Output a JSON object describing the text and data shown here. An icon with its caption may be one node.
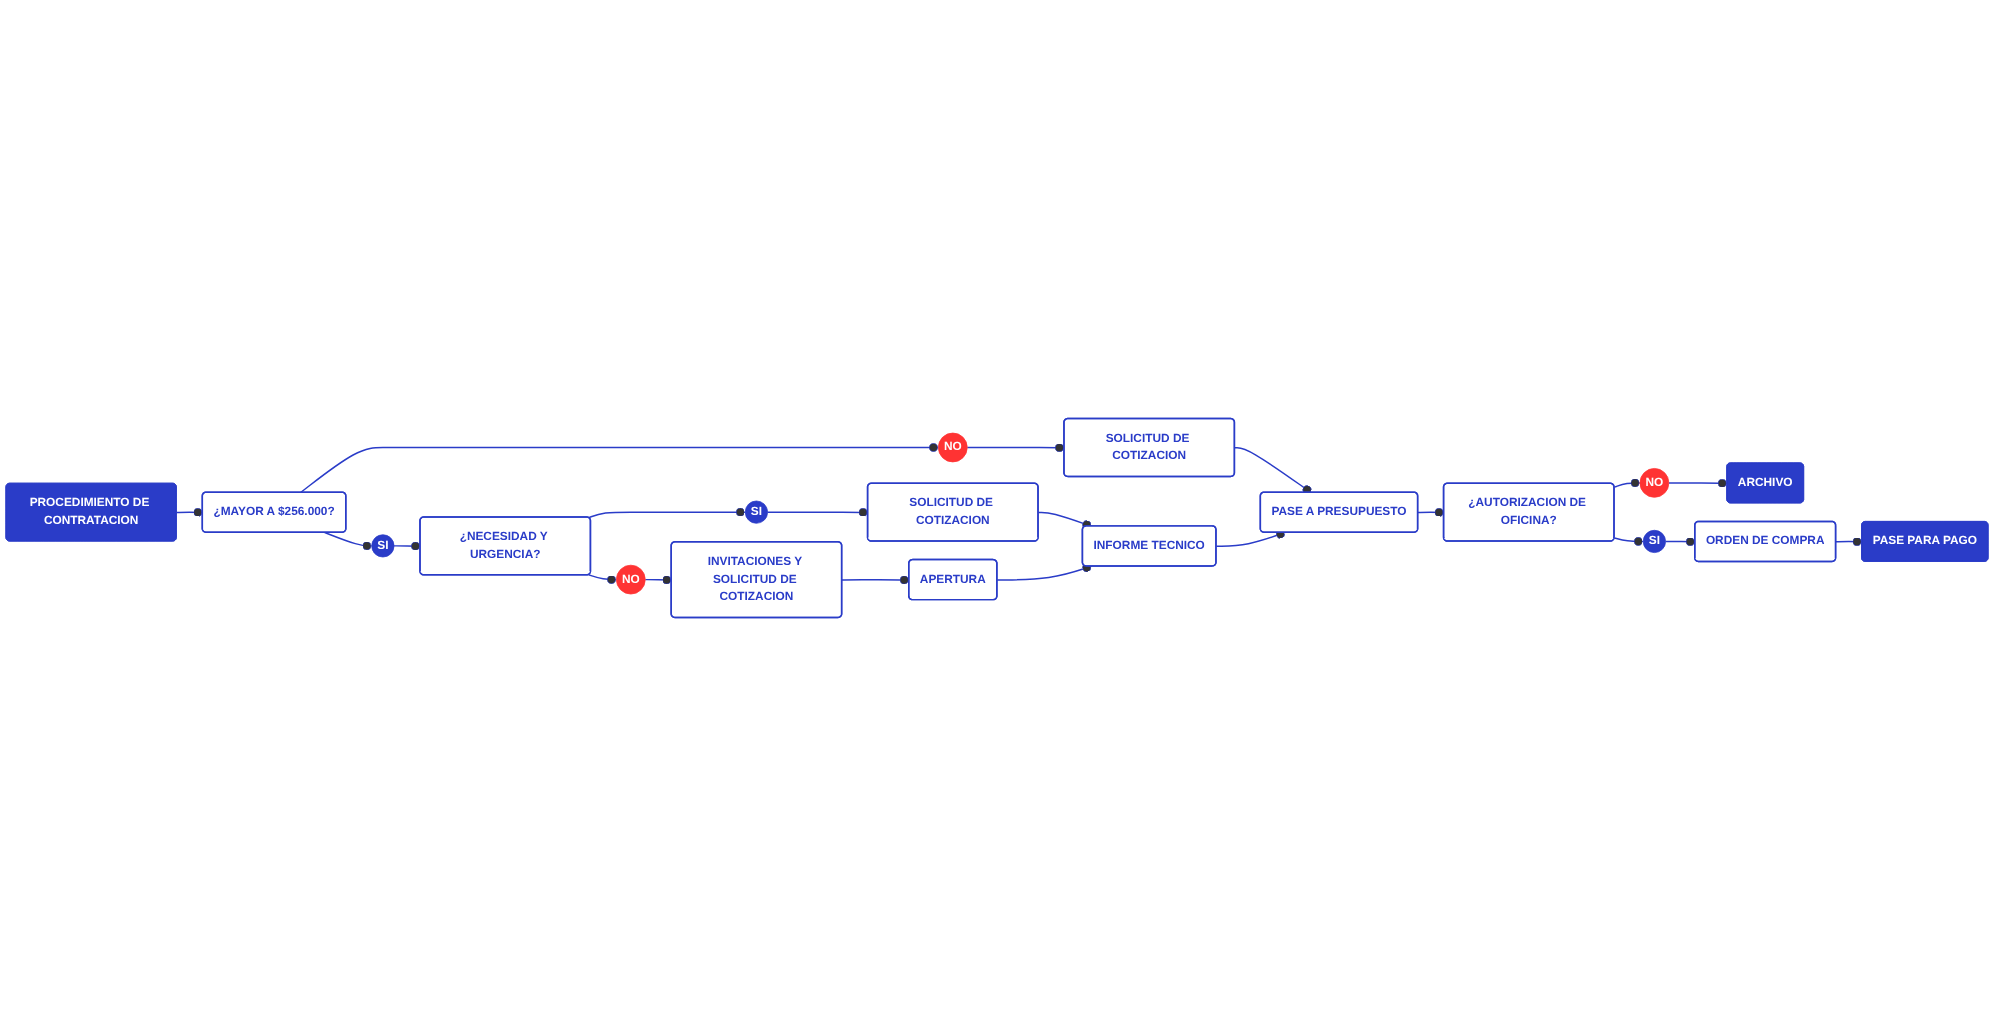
{
  "diagram": {
    "nodes": [
      {
        "text": [
          "PROCEDIMIENTO DE CONTRATACION"
        ]
      },
      {
        "text": [
          "¿MAYOR A $256.000?"
        ]
      },
      {
        "text": [
          "NO"
        ]
      },
      {
        "text": [
          "SOLICITUD DE COTIZACION"
        ]
      },
      {
        "text": [
          "PASE A PRESUPUESTO"
        ]
      },
      {
        "text": [
          "SI"
        ]
      },
      {
        "text": [
          "SOLICITUD DE COTIZACION"
        ]
      },
      {
        "text": [
          "INFORME TECNICO"
        ]
      },
      {
        "text": [
          "¿AUTORIZACION DE OFICINA?"
        ]
      },
      {
        "text": [
          "¿NECESIDAD Y URGENCIA?"
        ]
      },
      {
        "text": [
          "SI"
        ]
      },
      {
        "text": [
          "NO"
        ]
      },
      {
        "text": [
          "NO"
        ]
      },
      {
        "text": [
          "SI"
        ]
      },
      {
        "text": [
          "INVITACIONES Y SOLICITUD DE COTIZACION"
        ]
      },
      {
        "text": [
          "APERTURA"
        ]
      },
      {
        "text": [
          "ARCHIVO"
        ]
      },
      {
        "text": [
          "ORDEN DE COMPRA"
        ]
      },
      {
        "text": [
          "PASE PARA PAGO"
        ]
      }
    ],
    "edges": [
      {
        "from": 0,
        "to": 1,
        "arrow": "other"
      },
      {
        "from": 1,
        "to": 2,
        "arrow": "other"
      },
      {
        "from": 2,
        "to": 3,
        "arrow": "other"
      },
      {
        "from": 3,
        "to": 4,
        "arrow": "other"
      },
      {
        "from": 4,
        "to": 8,
        "arrow": "other"
      },
      {
        "from": 1,
        "to": 5,
        "arrow": "other"
      },
      {
        "from": 5,
        "to": 9,
        "arrow": "other"
      },
      {
        "from": 9,
        "to": 10,
        "arrow": "other"
      },
      {
        "from": 10,
        "to": 6,
        "arrow": "other"
      },
      {
        "from": 6,
        "to": 7,
        "arrow": "other"
      },
      {
        "from": 7,
        "to": 4,
        "arrow": "other"
      },
      {
        "from": 9,
        "to": 11,
        "arrow": "other"
      },
      {
        "from": 11,
        "to": 14,
        "arrow": "other"
      },
      {
        "from": 14,
        "to": 15,
        "arrow": "other"
      },
      {
        "from": 15,
        "to": 7,
        "arrow": "other"
      },
      {
        "from": 8,
        "to": 12,
        "arrow": "other"
      },
      {
        "from": 12,
        "to": 16,
        "arrow": "other"
      },
      {
        "from": 8,
        "to": 13,
        "arrow": "other"
      },
      {
        "from": 13,
        "to": 17,
        "arrow": "other"
      },
      {
        "from": 17,
        "to": 18,
        "arrow": "other"
      }
    ]
  }
}
